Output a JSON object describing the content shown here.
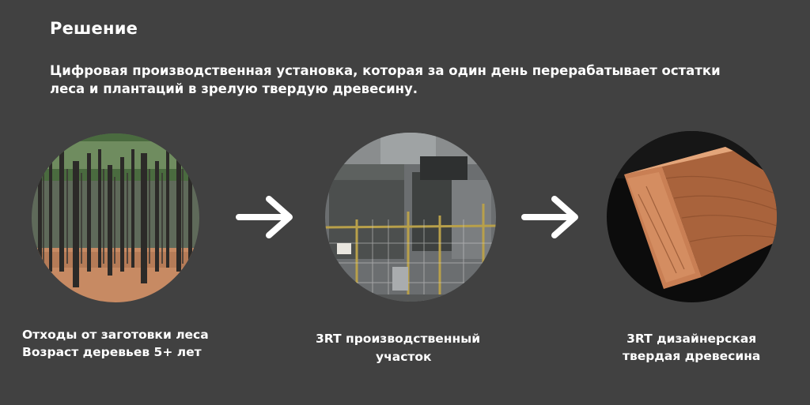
{
  "heading": "Решение",
  "description": "Цифровая производственная установка, которая за один день перерабатывает остатки леса и плантаций в зрелую твердую древесину.",
  "steps": [
    {
      "image": "pine-forest-photo",
      "caption_lines": [
        "Отходы от заготовки леса",
        "Возраст деревьев 5+ лет"
      ]
    },
    {
      "image": "factory-machinery-photo",
      "caption_lines": [
        "3RT производственный",
        "участок"
      ]
    },
    {
      "image": "hardwood-beam-photo",
      "caption_lines": [
        "3RT дизайнерская",
        "твердая древесина"
      ]
    }
  ],
  "arrows": [
    "arrow-right-icon",
    "arrow-right-icon"
  ],
  "colors": {
    "background": "#414141",
    "text": "#ffffff",
    "arrow": "#ffffff"
  }
}
